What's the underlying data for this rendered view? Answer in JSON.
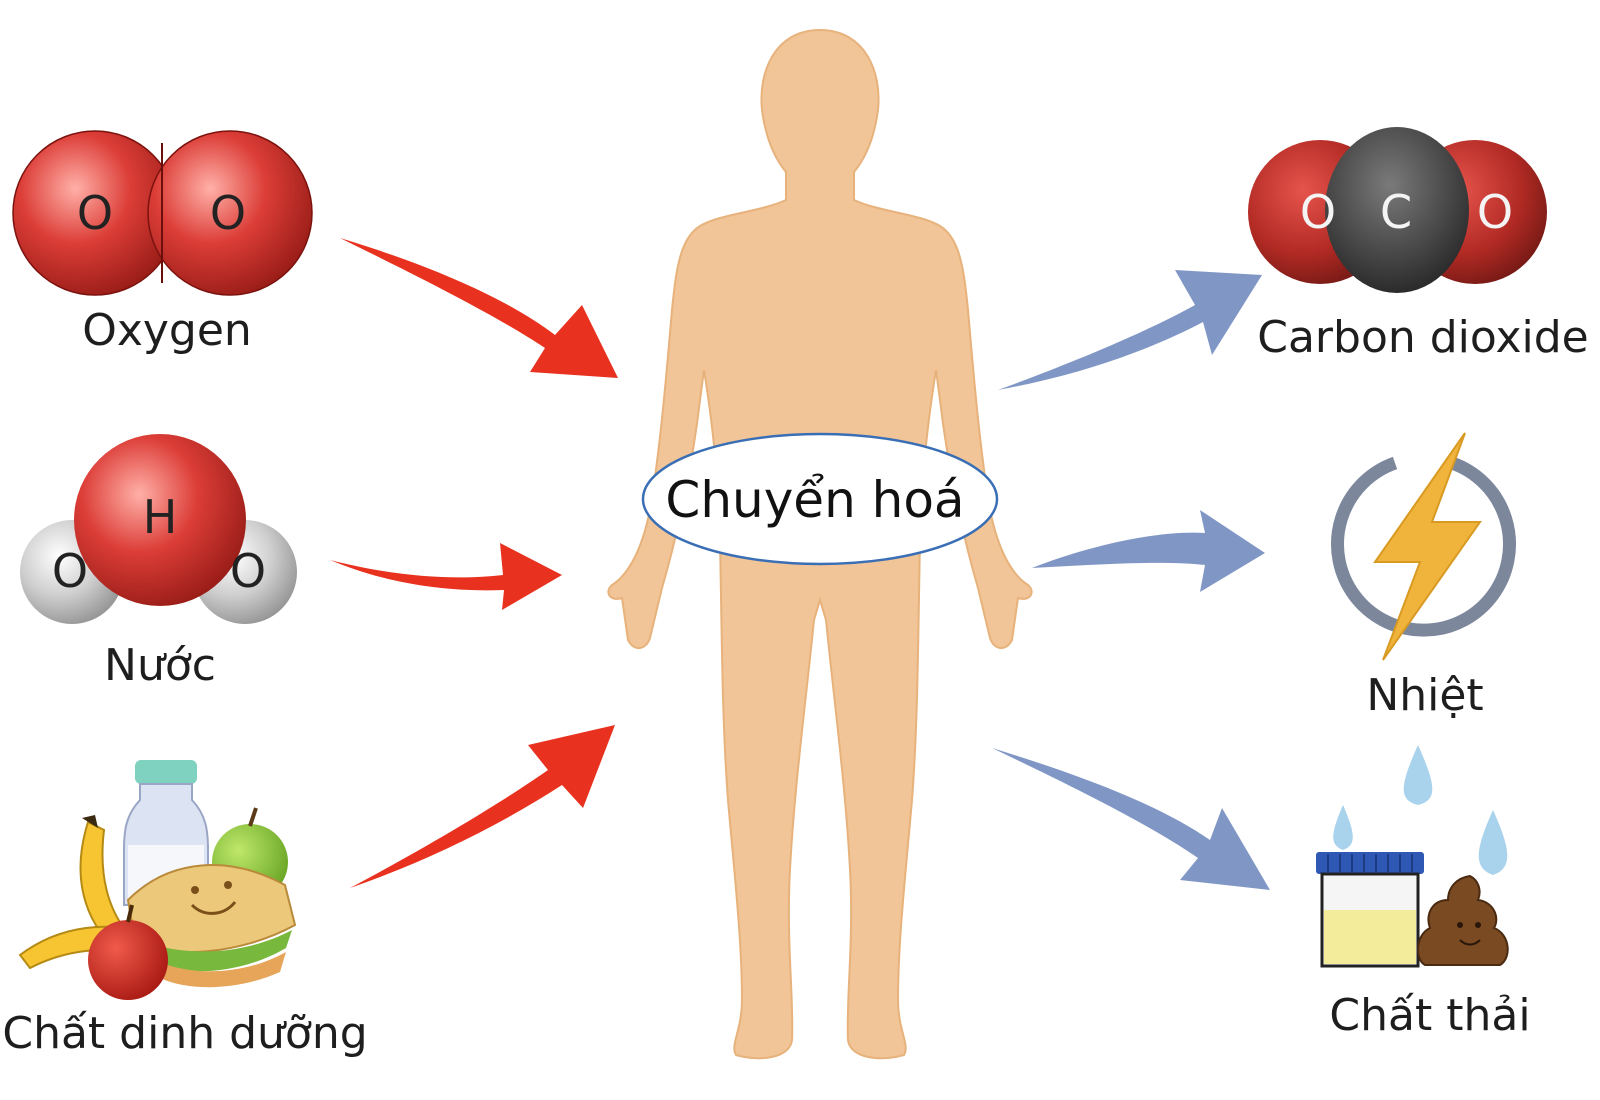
{
  "center": {
    "label": "Chuyển hoá"
  },
  "inputs": [
    {
      "label": "Oxygen",
      "atoms": [
        "O",
        "O"
      ]
    },
    {
      "label": "Nước",
      "atoms": [
        "O",
        "H",
        "O"
      ]
    },
    {
      "label": "Chất dinh dưỡng"
    }
  ],
  "outputs": [
    {
      "label": "Carbon dioxide",
      "atoms": [
        "O",
        "C",
        "O"
      ]
    },
    {
      "label": "Nhiệt"
    },
    {
      "label": "Chất thải"
    }
  ],
  "colors": {
    "input_arrow": "#e8321f",
    "output_arrow": "#8097c6",
    "body": "#f1c597",
    "oxygen_atom": "#d83a35",
    "carbon_atom": "#4a4a4a",
    "hydrogen_atom": "#cfcfcf",
    "lightning": "#f0b43c",
    "ring": "#7d879c"
  },
  "icons": [
    "oxygen-molecule-icon",
    "water-molecule-icon",
    "food-icon",
    "human-body-icon",
    "co2-molecule-icon",
    "heat-icon",
    "waste-icon"
  ]
}
